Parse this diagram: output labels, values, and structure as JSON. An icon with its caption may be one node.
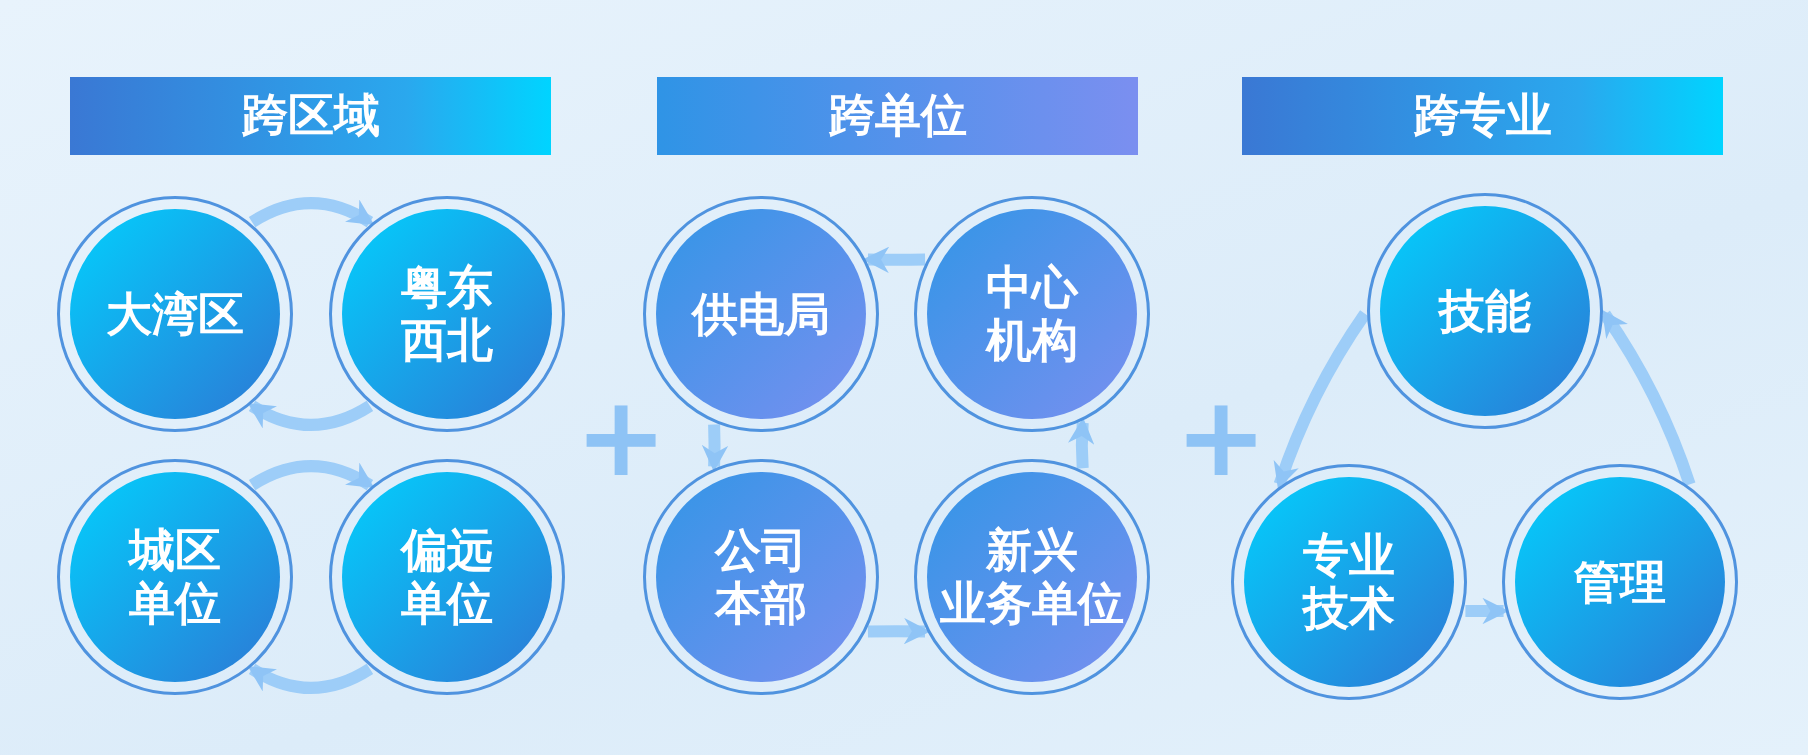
{
  "diagram": {
    "nodes": [
      {
        "text": [
          "跨区域"
        ]
      },
      {
        "text": [
          "跨单位"
        ]
      },
      {
        "text": [
          "跨专业"
        ]
      },
      {
        "text": [
          "大湾区"
        ]
      },
      {
        "text": [
          "粤东西北"
        ]
      },
      {
        "text": [
          "城区单位"
        ]
      },
      {
        "text": [
          "偏远单位"
        ]
      },
      {
        "text": [
          "供电局"
        ]
      },
      {
        "text": [
          "中心机构"
        ]
      },
      {
        "text": [
          "公司本部"
        ]
      },
      {
        "text": [
          "新兴业务单位"
        ]
      },
      {
        "text": [
          "技能"
        ]
      },
      {
        "text": [
          "专业技术"
        ]
      },
      {
        "text": [
          "管理"
        ]
      }
    ],
    "edges": [
      {
        "from": 3,
        "to": 4,
        "arrow": "to"
      },
      {
        "from": 4,
        "to": 3,
        "arrow": "to"
      },
      {
        "from": 5,
        "to": 6,
        "arrow": "to"
      },
      {
        "from": 6,
        "to": 5,
        "arrow": "to"
      },
      {
        "from": 8,
        "to": 7,
        "arrow": "to"
      },
      {
        "from": 7,
        "to": 9,
        "arrow": "to"
      },
      {
        "from": 9,
        "to": 10,
        "arrow": "to"
      },
      {
        "from": 10,
        "to": 8,
        "arrow": "to"
      },
      {
        "from": 12,
        "to": 13,
        "arrow": "to"
      },
      {
        "from": 13,
        "to": 11,
        "arrow": "to"
      },
      {
        "from": 11,
        "to": 12,
        "arrow": "to"
      }
    ],
    "labels": [
      "+",
      "+"
    ]
  }
}
